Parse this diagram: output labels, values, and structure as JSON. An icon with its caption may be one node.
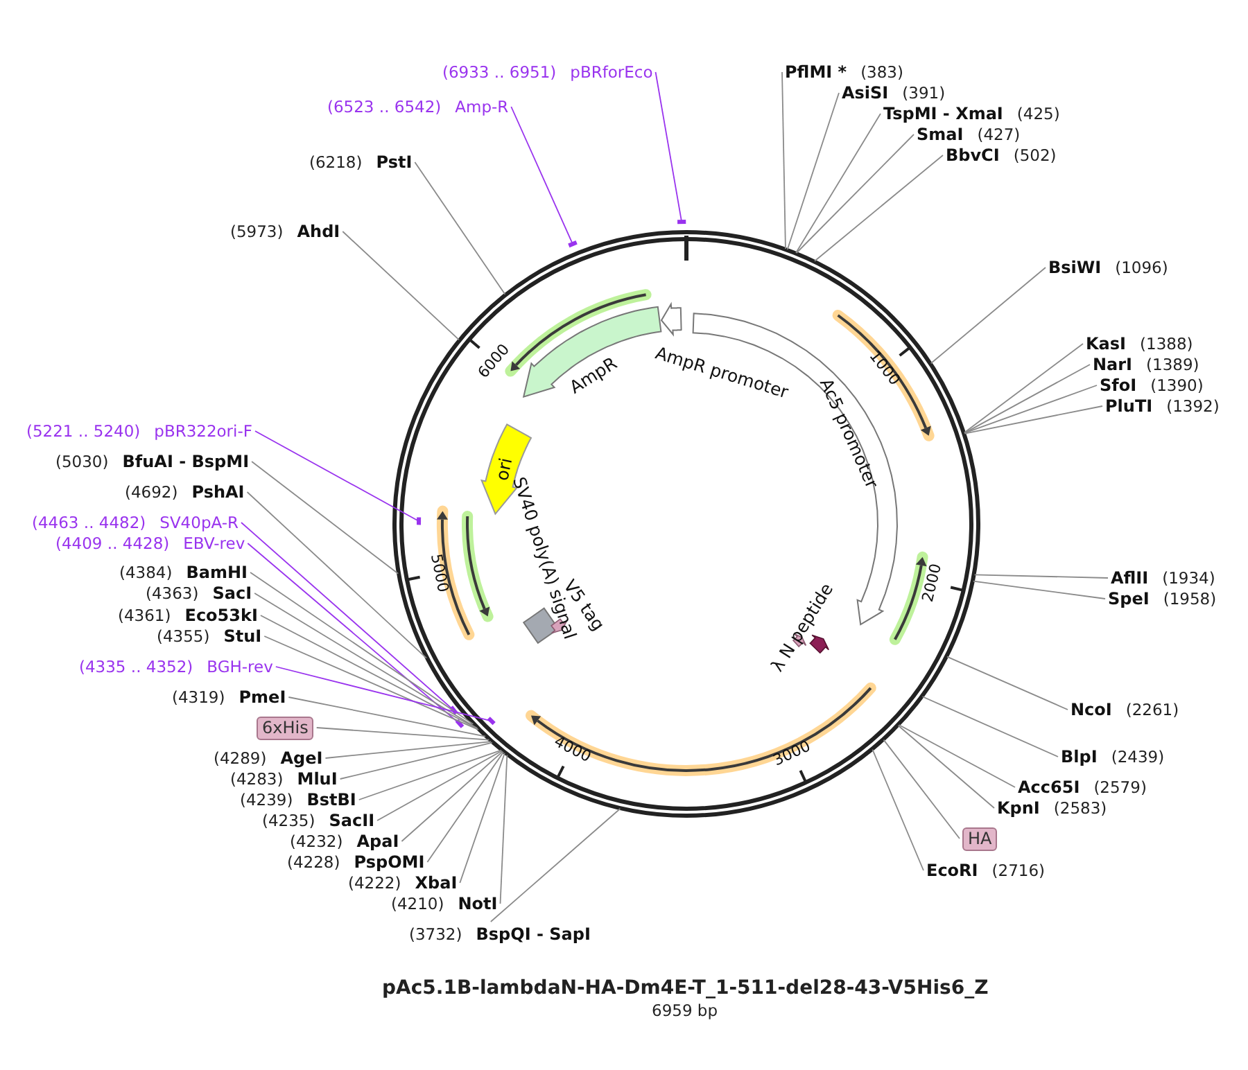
{
  "diagram": {
    "title": "pAc5.1B-lambdaN-HA-Dm4E-T_1-511-del28-43-V5His6_Z",
    "caption": "6959 bp",
    "nodes": [
      {
        "text": [
          "(6933 .. 6951)",
          "pBRforEco"
        ]
      },
      {
        "text": [
          "PflMI *",
          "(383)"
        ]
      },
      {
        "text": [
          "AsiSI",
          "(391)"
        ]
      },
      {
        "text": [
          "TspMI - XmaI",
          "(425)"
        ]
      },
      {
        "text": [
          "(6523 .. 6542)",
          "Amp-R"
        ]
      },
      {
        "text": [
          "SmaI",
          "(427)"
        ]
      },
      {
        "text": [
          "BbvCI",
          "(502)"
        ]
      },
      {
        "text": [
          "(6218)",
          "PstI"
        ]
      },
      {
        "text": [
          "(5973)",
          "AhdI"
        ]
      },
      {
        "text": [
          "BsiWI",
          "(1096)"
        ]
      },
      {
        "text": [
          "KasI",
          "(1388)"
        ]
      },
      {
        "text": [
          "NarI",
          "(1389)"
        ]
      },
      {
        "text": [
          "SfoI",
          "(1390)"
        ]
      },
      {
        "text": [
          "PluTI",
          "(1392)"
        ]
      },
      {
        "text": [
          "(5221 .. 5240)",
          "pBR322ori-F"
        ]
      },
      {
        "text": [
          "(5030)",
          "BfuAI - BspMI"
        ]
      },
      {
        "text": [
          "(4692)",
          "PshAI"
        ]
      },
      {
        "text": [
          "(4463 .. 4482)",
          "SV40pA-R"
        ]
      },
      {
        "text": [
          "(4409 .. 4428)",
          "EBV-rev"
        ]
      },
      {
        "text": [
          "AflII",
          "(1934)"
        ]
      },
      {
        "text": [
          "SpeI",
          "(1958)"
        ]
      },
      {
        "text": [
          "(4384)",
          "BamHI"
        ]
      },
      {
        "text": [
          "(4363)",
          "SacI"
        ]
      },
      {
        "text": [
          "(4361)",
          "Eco53kI"
        ]
      },
      {
        "text": [
          "(4355)",
          "StuI"
        ]
      },
      {
        "text": [
          "(4335 .. 4352)",
          "BGH-rev"
        ]
      },
      {
        "text": [
          "(4319)",
          "PmeI"
        ]
      },
      {
        "text": [
          "NcoI",
          "(2261)"
        ]
      },
      {
        "text": [
          "6xHis"
        ]
      },
      {
        "text": [
          "BlpI",
          "(2439)"
        ]
      },
      {
        "text": [
          "(4289)",
          "AgeI"
        ]
      },
      {
        "text": [
          "(4283)",
          "MluI"
        ]
      },
      {
        "text": [
          "Acc65I",
          "(2579)"
        ]
      },
      {
        "text": [
          "(4239)",
          "BstBI"
        ]
      },
      {
        "text": [
          "KpnI",
          "(2583)"
        ]
      },
      {
        "text": [
          "(4235)",
          "SacII"
        ]
      },
      {
        "text": [
          "HA"
        ]
      },
      {
        "text": [
          "(4232)",
          "ApaI"
        ]
      },
      {
        "text": [
          "(4228)",
          "PspOMI"
        ]
      },
      {
        "text": [
          "EcoRI",
          "(2716)"
        ]
      },
      {
        "text": [
          "(4222)",
          "XbaI"
        ]
      },
      {
        "text": [
          "(4210)",
          "NotI"
        ]
      },
      {
        "text": [
          "(3732)",
          "BspQI - SapI"
        ]
      },
      {
        "text": [
          "AmpR promoter"
        ]
      },
      {
        "text": [
          "AmpR"
        ]
      },
      {
        "text": [
          "Ac5 promoter"
        ]
      },
      {
        "text": [
          "ori"
        ]
      },
      {
        "text": [
          "SV40 poly(A) signal"
        ]
      },
      {
        "text": [
          "V5 tag"
        ]
      },
      {
        "text": [
          "λ N peptide"
        ]
      }
    ],
    "edges": [
      {
        "from": 0,
        "to": null,
        "arrow": "none",
        "color": "#9933ee"
      },
      {
        "from": 1,
        "to": null,
        "arrow": "none"
      },
      {
        "from": 2,
        "to": null,
        "arrow": "none"
      },
      {
        "from": 3,
        "to": null,
        "arrow": "none"
      },
      {
        "from": 4,
        "to": null,
        "arrow": "none",
        "color": "#9933ee"
      },
      {
        "from": 5,
        "to": null,
        "arrow": "none"
      },
      {
        "from": 6,
        "to": null,
        "arrow": "none"
      },
      {
        "from": 7,
        "to": null,
        "arrow": "none"
      },
      {
        "from": 8,
        "to": null,
        "arrow": "none"
      },
      {
        "from": 9,
        "to": null,
        "arrow": "none"
      },
      {
        "from": 10,
        "to": null,
        "arrow": "none"
      },
      {
        "from": 11,
        "to": null,
        "arrow": "none"
      },
      {
        "from": 12,
        "to": null,
        "arrow": "none"
      },
      {
        "from": 13,
        "to": null,
        "arrow": "none"
      },
      {
        "from": 14,
        "to": null,
        "arrow": "none",
        "color": "#9933ee"
      },
      {
        "from": 15,
        "to": null,
        "arrow": "none"
      },
      {
        "from": 16,
        "to": null,
        "arrow": "none"
      },
      {
        "from": 17,
        "to": null,
        "arrow": "none",
        "color": "#9933ee"
      },
      {
        "from": 18,
        "to": null,
        "arrow": "none",
        "color": "#9933ee"
      },
      {
        "from": 19,
        "to": null,
        "arrow": "none"
      },
      {
        "from": 20,
        "to": null,
        "arrow": "none"
      },
      {
        "from": 21,
        "to": null,
        "arrow": "none"
      },
      {
        "from": 22,
        "to": null,
        "arrow": "none"
      },
      {
        "from": 23,
        "to": null,
        "arrow": "none"
      },
      {
        "from": 24,
        "to": null,
        "arrow": "none"
      },
      {
        "from": 25,
        "to": null,
        "arrow": "none",
        "color": "#9933ee"
      },
      {
        "from": 26,
        "to": null,
        "arrow": "none"
      },
      {
        "from": 27,
        "to": null,
        "arrow": "none"
      },
      {
        "from": 28,
        "to": null,
        "arrow": "none"
      },
      {
        "from": 29,
        "to": null,
        "arrow": "none"
      },
      {
        "from": 30,
        "to": null,
        "arrow": "none"
      },
      {
        "from": 31,
        "to": null,
        "arrow": "none"
      },
      {
        "from": 32,
        "to": null,
        "arrow": "none"
      },
      {
        "from": 33,
        "to": null,
        "arrow": "none"
      },
      {
        "from": 34,
        "to": null,
        "arrow": "none"
      },
      {
        "from": 35,
        "to": null,
        "arrow": "none"
      },
      {
        "from": 36,
        "to": null,
        "arrow": "none"
      },
      {
        "from": 37,
        "to": null,
        "arrow": "none"
      },
      {
        "from": 38,
        "to": null,
        "arrow": "none"
      },
      {
        "from": 39,
        "to": null,
        "arrow": "none"
      },
      {
        "from": 40,
        "to": null,
        "arrow": "none"
      },
      {
        "from": 41,
        "to": null,
        "arrow": "none"
      },
      {
        "from": 42,
        "to": null,
        "arrow": "none"
      }
    ],
    "labels": [
      "1000",
      "2000",
      "3000",
      "4000",
      "5000",
      "6000"
    ]
  }
}
